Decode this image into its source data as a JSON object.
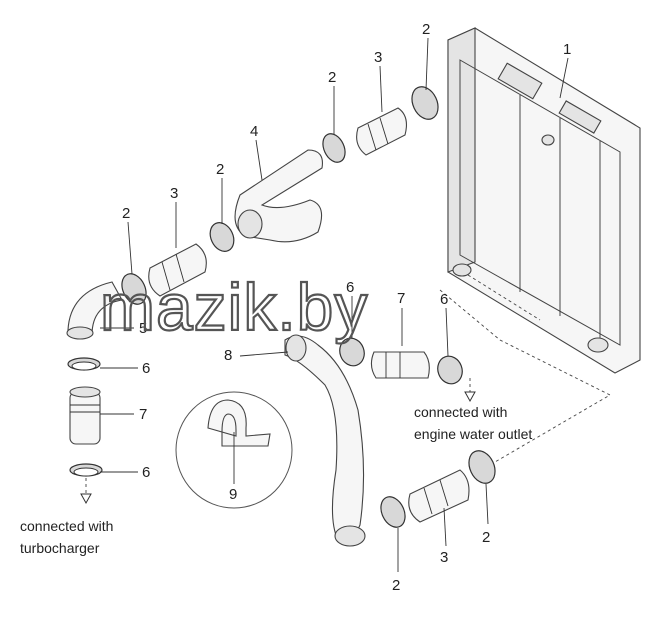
{
  "callouts": {
    "c1": "1",
    "c2_a": "2",
    "c2_b": "2",
    "c2_c": "2",
    "c2_d": "2",
    "c2_e": "2",
    "c2_f": "2",
    "c3_a": "3",
    "c3_b": "3",
    "c3_c": "3",
    "c4": "4",
    "c5": "5",
    "c6_a": "6",
    "c6_b": "6",
    "c6_c": "6",
    "c6_d": "6",
    "c7_a": "7",
    "c7_b": "7",
    "c8": "8",
    "c9": "9"
  },
  "notes": {
    "engine_line1": "connected with",
    "engine_line2": "engine water outlet",
    "turbo_line1": "connected with",
    "turbo_line2": "turbocharger"
  },
  "watermark": "mazik.by"
}
